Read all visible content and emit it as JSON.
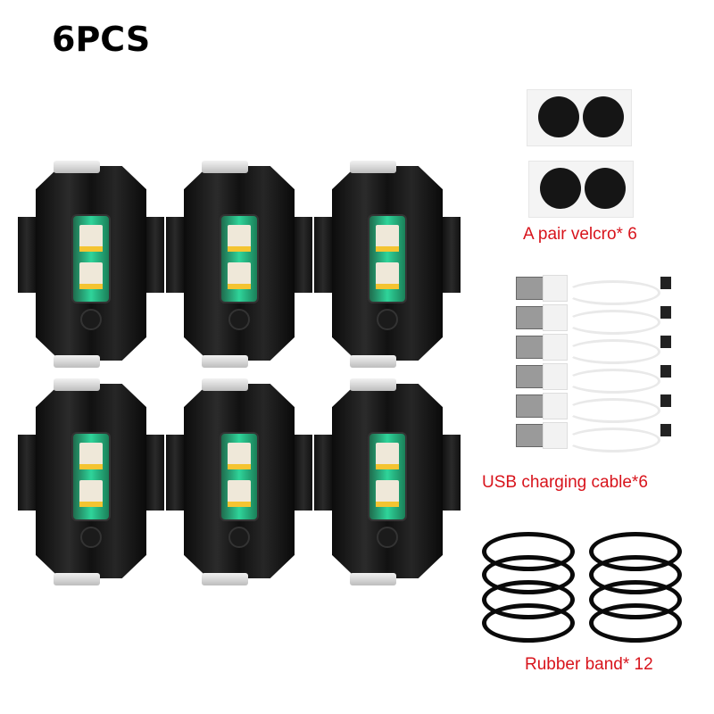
{
  "title": "6PCS",
  "lights": {
    "count": 6,
    "rows": 2,
    "columns": 3,
    "colors": {
      "body": "#111111",
      "window": "#2fd49a",
      "led_strip": "#f4c431"
    }
  },
  "accessories": [
    {
      "name": "velcro",
      "label": "A pair velcro* 6"
    },
    {
      "name": "usb-cable",
      "label": "USB charging cable*6"
    },
    {
      "name": "rubber-band",
      "label": "Rubber band* 12"
    }
  ],
  "label_color": "#d8141c"
}
